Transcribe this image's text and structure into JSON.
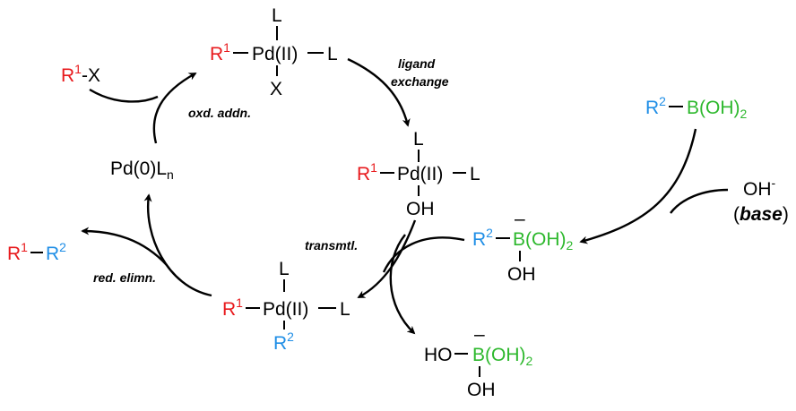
{
  "colors": {
    "r1": "#e8191c",
    "r2": "#1f8ee6",
    "boron": "#2db82d",
    "text": "#000000"
  },
  "species": {
    "pd0": {
      "pd": "Pd(0)L",
      "n": "n"
    },
    "r1x": {
      "r": "R",
      "sup": "1",
      "rest": "-X"
    },
    "ox_complex": {
      "r": "R",
      "sup": "1",
      "pd": "Pd(II)",
      "l_top": "L",
      "l_right": "L",
      "x_bottom": "X"
    },
    "oh_complex": {
      "r": "R",
      "sup": "1",
      "pd": "Pd(II)",
      "l_top": "L",
      "l_right": "L",
      "oh": "OH"
    },
    "r1r2_complex": {
      "r1": "R",
      "sup1": "1",
      "pd": "Pd(II)",
      "l_top": "L",
      "l_right": "L",
      "r2": "R",
      "sup2": "2"
    },
    "product": {
      "r1": "R",
      "sup1": "1",
      "r2": "R",
      "sup2": "2"
    },
    "boronic_acid": {
      "r": "R",
      "sup": "2",
      "b": "B(OH)",
      "sub": "2"
    },
    "hydroxide": {
      "oh": "OH",
      "charge": "-",
      "base": "base",
      "open": "(",
      "close": ")"
    },
    "borate": {
      "r": "R",
      "sup": "2",
      "b": "B(OH)",
      "sub": "2",
      "charge": "–",
      "oh": "OH"
    },
    "byproduct": {
      "ho": "HO",
      "b": "B(OH)",
      "sub": "2",
      "charge": "–",
      "oh": "OH"
    }
  },
  "labels": {
    "oxd_addn": "oxd. addn.",
    "ligand_1": "ligand",
    "ligand_2": "exchange",
    "transmtl": "transmtl.",
    "red_elimn": "red. elimn."
  }
}
